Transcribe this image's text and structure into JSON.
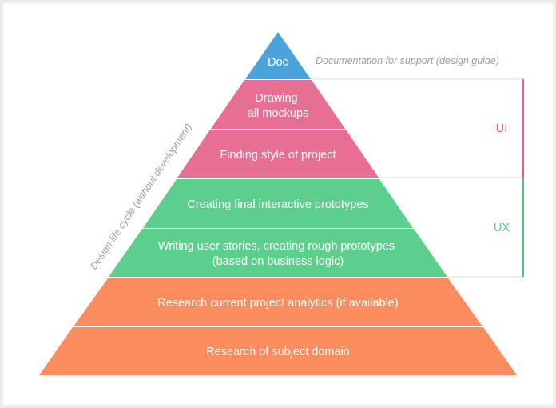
{
  "diagram": {
    "side_label": "Design life cycle (without development)",
    "levels": [
      {
        "lines": [
          "Doc"
        ],
        "color": "#4aa3db"
      },
      {
        "lines": [
          "Drawing",
          "all mockups"
        ],
        "color": "#e76f94"
      },
      {
        "lines": [
          "Finding style of project"
        ],
        "color": "#e76f94"
      },
      {
        "lines": [
          "Creating final interactive prototypes"
        ],
        "color": "#5ccf8c"
      },
      {
        "lines": [
          "Writing user stories, creating rough prototypes",
          "(based on business logic)"
        ],
        "color": "#5ccf8c"
      },
      {
        "lines": [
          "Research current project analytics (if available)"
        ],
        "color": "#fb8c5e"
      },
      {
        "lines": [
          "Research of subject domain"
        ],
        "color": "#fb8c5e"
      }
    ],
    "doc_note": "Documentation for support (design guide)",
    "groups": [
      {
        "label": "UI",
        "color": "#e75d86"
      },
      {
        "label": "UX",
        "color": "#4cc77e"
      }
    ],
    "guide_line_color": "#dcdcdc"
  }
}
